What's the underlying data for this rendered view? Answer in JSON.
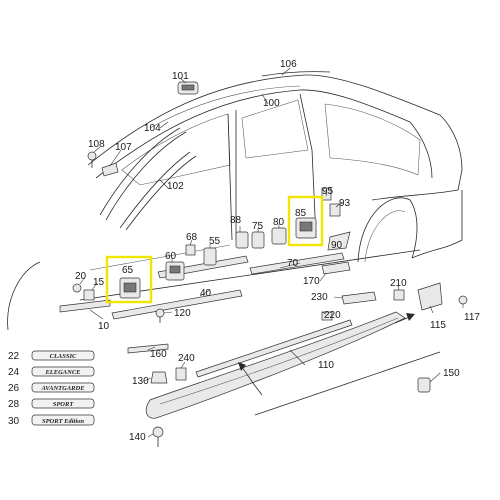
{
  "highlight_color": "#f2e600",
  "part_numbers": {
    "p101": "101",
    "p106": "106",
    "p100": "100",
    "p104": "104",
    "p108": "108",
    "p107": "107",
    "p102": "102",
    "p95": "95",
    "p93": "93",
    "p85": "85",
    "p80": "80",
    "p75": "75",
    "p88": "88",
    "p55": "55",
    "p68": "68",
    "p90": "90",
    "p70": "70",
    "p60": "60",
    "p65": "65",
    "p20": "20",
    "p15": "15",
    "p40": "40",
    "p10": "10",
    "p120": "120",
    "p160": "160",
    "p130": "130",
    "p240": "240",
    "p110": "110",
    "p140": "140",
    "p170": "170",
    "p230": "230",
    "p210": "210",
    "p220": "220",
    "p115": "115",
    "p117": "117",
    "p150": "150"
  },
  "badges": [
    {
      "num": "22",
      "text": "CLASSIC"
    },
    {
      "num": "24",
      "text": "ELEGANCE"
    },
    {
      "num": "26",
      "text": "AVANTGARDE"
    },
    {
      "num": "28",
      "text": "SPORT"
    },
    {
      "num": "30",
      "text": "SPORT Edition"
    }
  ]
}
